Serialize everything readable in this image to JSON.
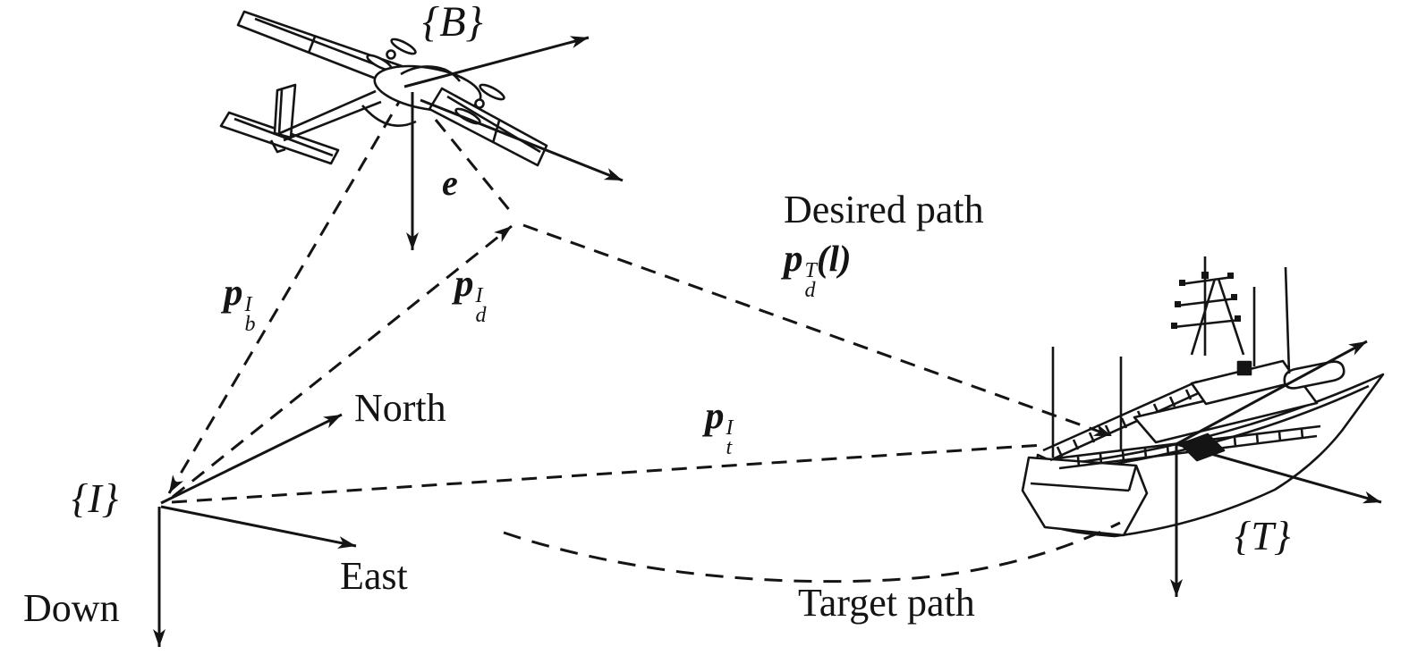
{
  "colors": {
    "ink": "#141414",
    "background": "#ffffff"
  },
  "frames": {
    "body": "{B}",
    "inertial": "{I}",
    "target": "{T}"
  },
  "axes": {
    "north": "North",
    "east": "East",
    "down": "Down"
  },
  "paths": {
    "desired": "Desired path",
    "target": "Target path"
  },
  "vectors": {
    "error": {
      "base": "e"
    },
    "p_b": {
      "base": "p",
      "sup": "I",
      "sub": "b"
    },
    "p_d": {
      "base": "p",
      "sup": "I",
      "sub": "d"
    },
    "p_t": {
      "base": "p",
      "sup": "I",
      "sub": "t"
    },
    "p_d_of_l": {
      "base": "p",
      "sup": "T",
      "sub": "d",
      "arg": "(l)"
    }
  }
}
